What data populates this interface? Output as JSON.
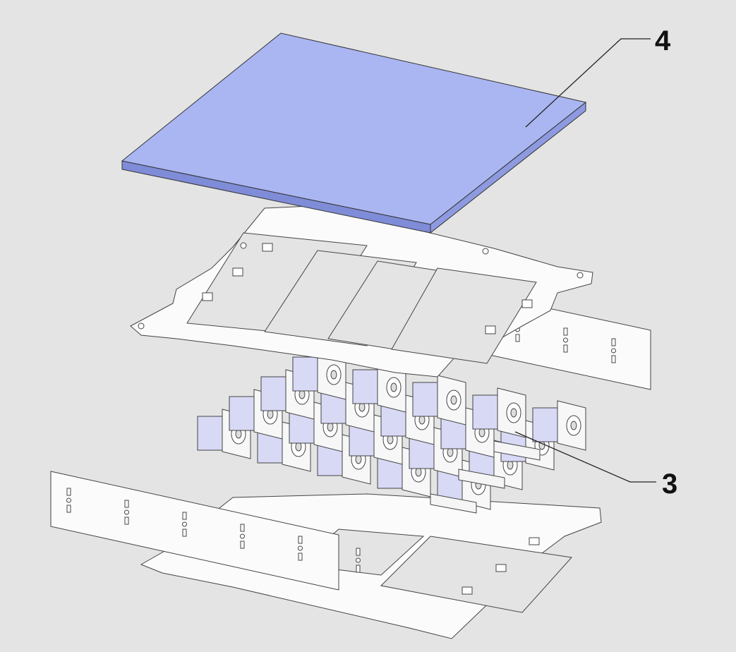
{
  "callouts": [
    {
      "label": "4",
      "part": "top-plate"
    },
    {
      "label": "3",
      "part": "servo-array"
    }
  ],
  "colors": {
    "background": "#e4e4e4",
    "plate": "#aab6f2",
    "plate_edge": "#7f8cd8",
    "frame": "#fbfbfb",
    "outline": "#444444",
    "servo_tint": "#d7d9f5"
  }
}
